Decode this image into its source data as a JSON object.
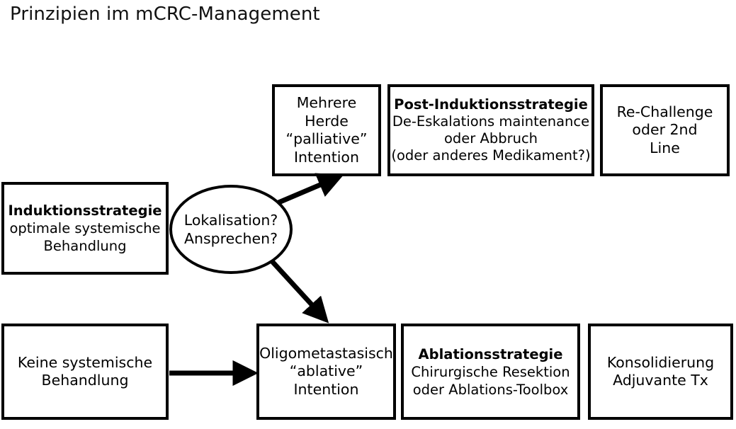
{
  "page": {
    "title": "Prinzipien im mCRC-Management",
    "background_color": "#ffffff",
    "stroke_color": "#000000"
  },
  "diagram": {
    "type": "flowchart",
    "nodes": {
      "induktionsstrategie": {
        "shape": "rectangle",
        "lines": [
          {
            "text": "Induktionsstrategie",
            "bold": true
          },
          {
            "text": "optimale systemische",
            "bold": false
          },
          {
            "text": "Behandlung",
            "bold": false
          }
        ]
      },
      "lokalisation": {
        "shape": "ellipse",
        "lines": [
          {
            "text": "Lokalisation?",
            "bold": false
          },
          {
            "text": "Ansprechen?",
            "bold": false
          }
        ]
      },
      "mehrere_herde": {
        "shape": "rectangle",
        "lines": [
          {
            "text": "Mehrere",
            "bold": false
          },
          {
            "text": "Herde",
            "bold": false
          },
          {
            "text": "“palliative”",
            "bold": false
          },
          {
            "text": "Intention",
            "bold": false
          }
        ]
      },
      "post_induktionsstrategie": {
        "shape": "rectangle",
        "lines": [
          {
            "text": "Post-Induktionsstrategie",
            "bold": true
          },
          {
            "text": "De-Eskalations maintenance",
            "bold": false
          },
          {
            "text": "oder Abbruch",
            "bold": false
          },
          {
            "text": "(oder anderes Medikament?)",
            "bold": false
          }
        ]
      },
      "re_challenge": {
        "shape": "rectangle",
        "lines": [
          {
            "text": "Re-Challenge",
            "bold": false
          },
          {
            "text": "oder 2nd",
            "bold": false
          },
          {
            "text": "Line",
            "bold": false
          }
        ]
      },
      "keine_systemische": {
        "shape": "rectangle",
        "lines": [
          {
            "text": "Keine systemische",
            "bold": false
          },
          {
            "text": "Behandlung",
            "bold": false
          }
        ]
      },
      "oligometastasisch": {
        "shape": "rectangle",
        "lines": [
          {
            "text": "Oligometastasisch",
            "bold": false
          },
          {
            "text": "“ablative”",
            "bold": false
          },
          {
            "text": "Intention",
            "bold": false
          }
        ]
      },
      "ablationsstrategie": {
        "shape": "rectangle",
        "lines": [
          {
            "text": "Ablationsstrategie",
            "bold": true
          },
          {
            "text": "Chirurgische Resektion",
            "bold": false
          },
          {
            "text": "oder Ablations-Toolbox",
            "bold": false
          }
        ]
      },
      "konsolidierung": {
        "shape": "rectangle",
        "lines": [
          {
            "text": "Konsolidierung",
            "bold": false
          },
          {
            "text": "Adjuvante Tx",
            "bold": false
          }
        ]
      }
    },
    "edges": [
      {
        "id": "edge-lokalisation-to-mehrere-herde",
        "from": "lokalisation",
        "to": "mehrere_herde",
        "style": "arrow-diagonal-up"
      },
      {
        "id": "edge-lokalisation-to-oligometastasisch",
        "from": "lokalisation",
        "to": "oligometastasisch",
        "style": "arrow-diagonal-down"
      },
      {
        "id": "edge-keine-systemische-to-oligometastasisch",
        "from": "keine_systemische",
        "to": "oligometastasisch",
        "style": "arrow-horizontal"
      }
    ]
  }
}
